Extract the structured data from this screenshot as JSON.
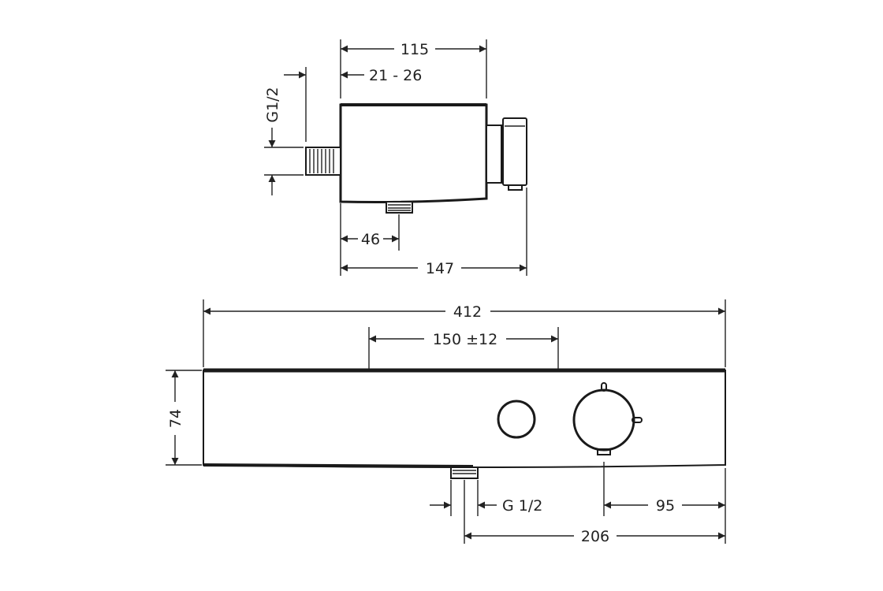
{
  "title": "Thermostat technical dimension drawing",
  "side_view": {
    "dims": {
      "width_115": "115",
      "offset_21_26": "21 - 26",
      "thread_g12": "G1/2",
      "outlet_46": "46",
      "depth_147": "147"
    }
  },
  "front_view": {
    "dims": {
      "length_412": "412",
      "spacing_150": "150 ±12",
      "height_74": "74",
      "outlet_g12": "G 1/2",
      "handle_95": "95",
      "outlet_206": "206"
    }
  },
  "colors": {
    "line": "#1a1a1a",
    "background": "#ffffff"
  }
}
